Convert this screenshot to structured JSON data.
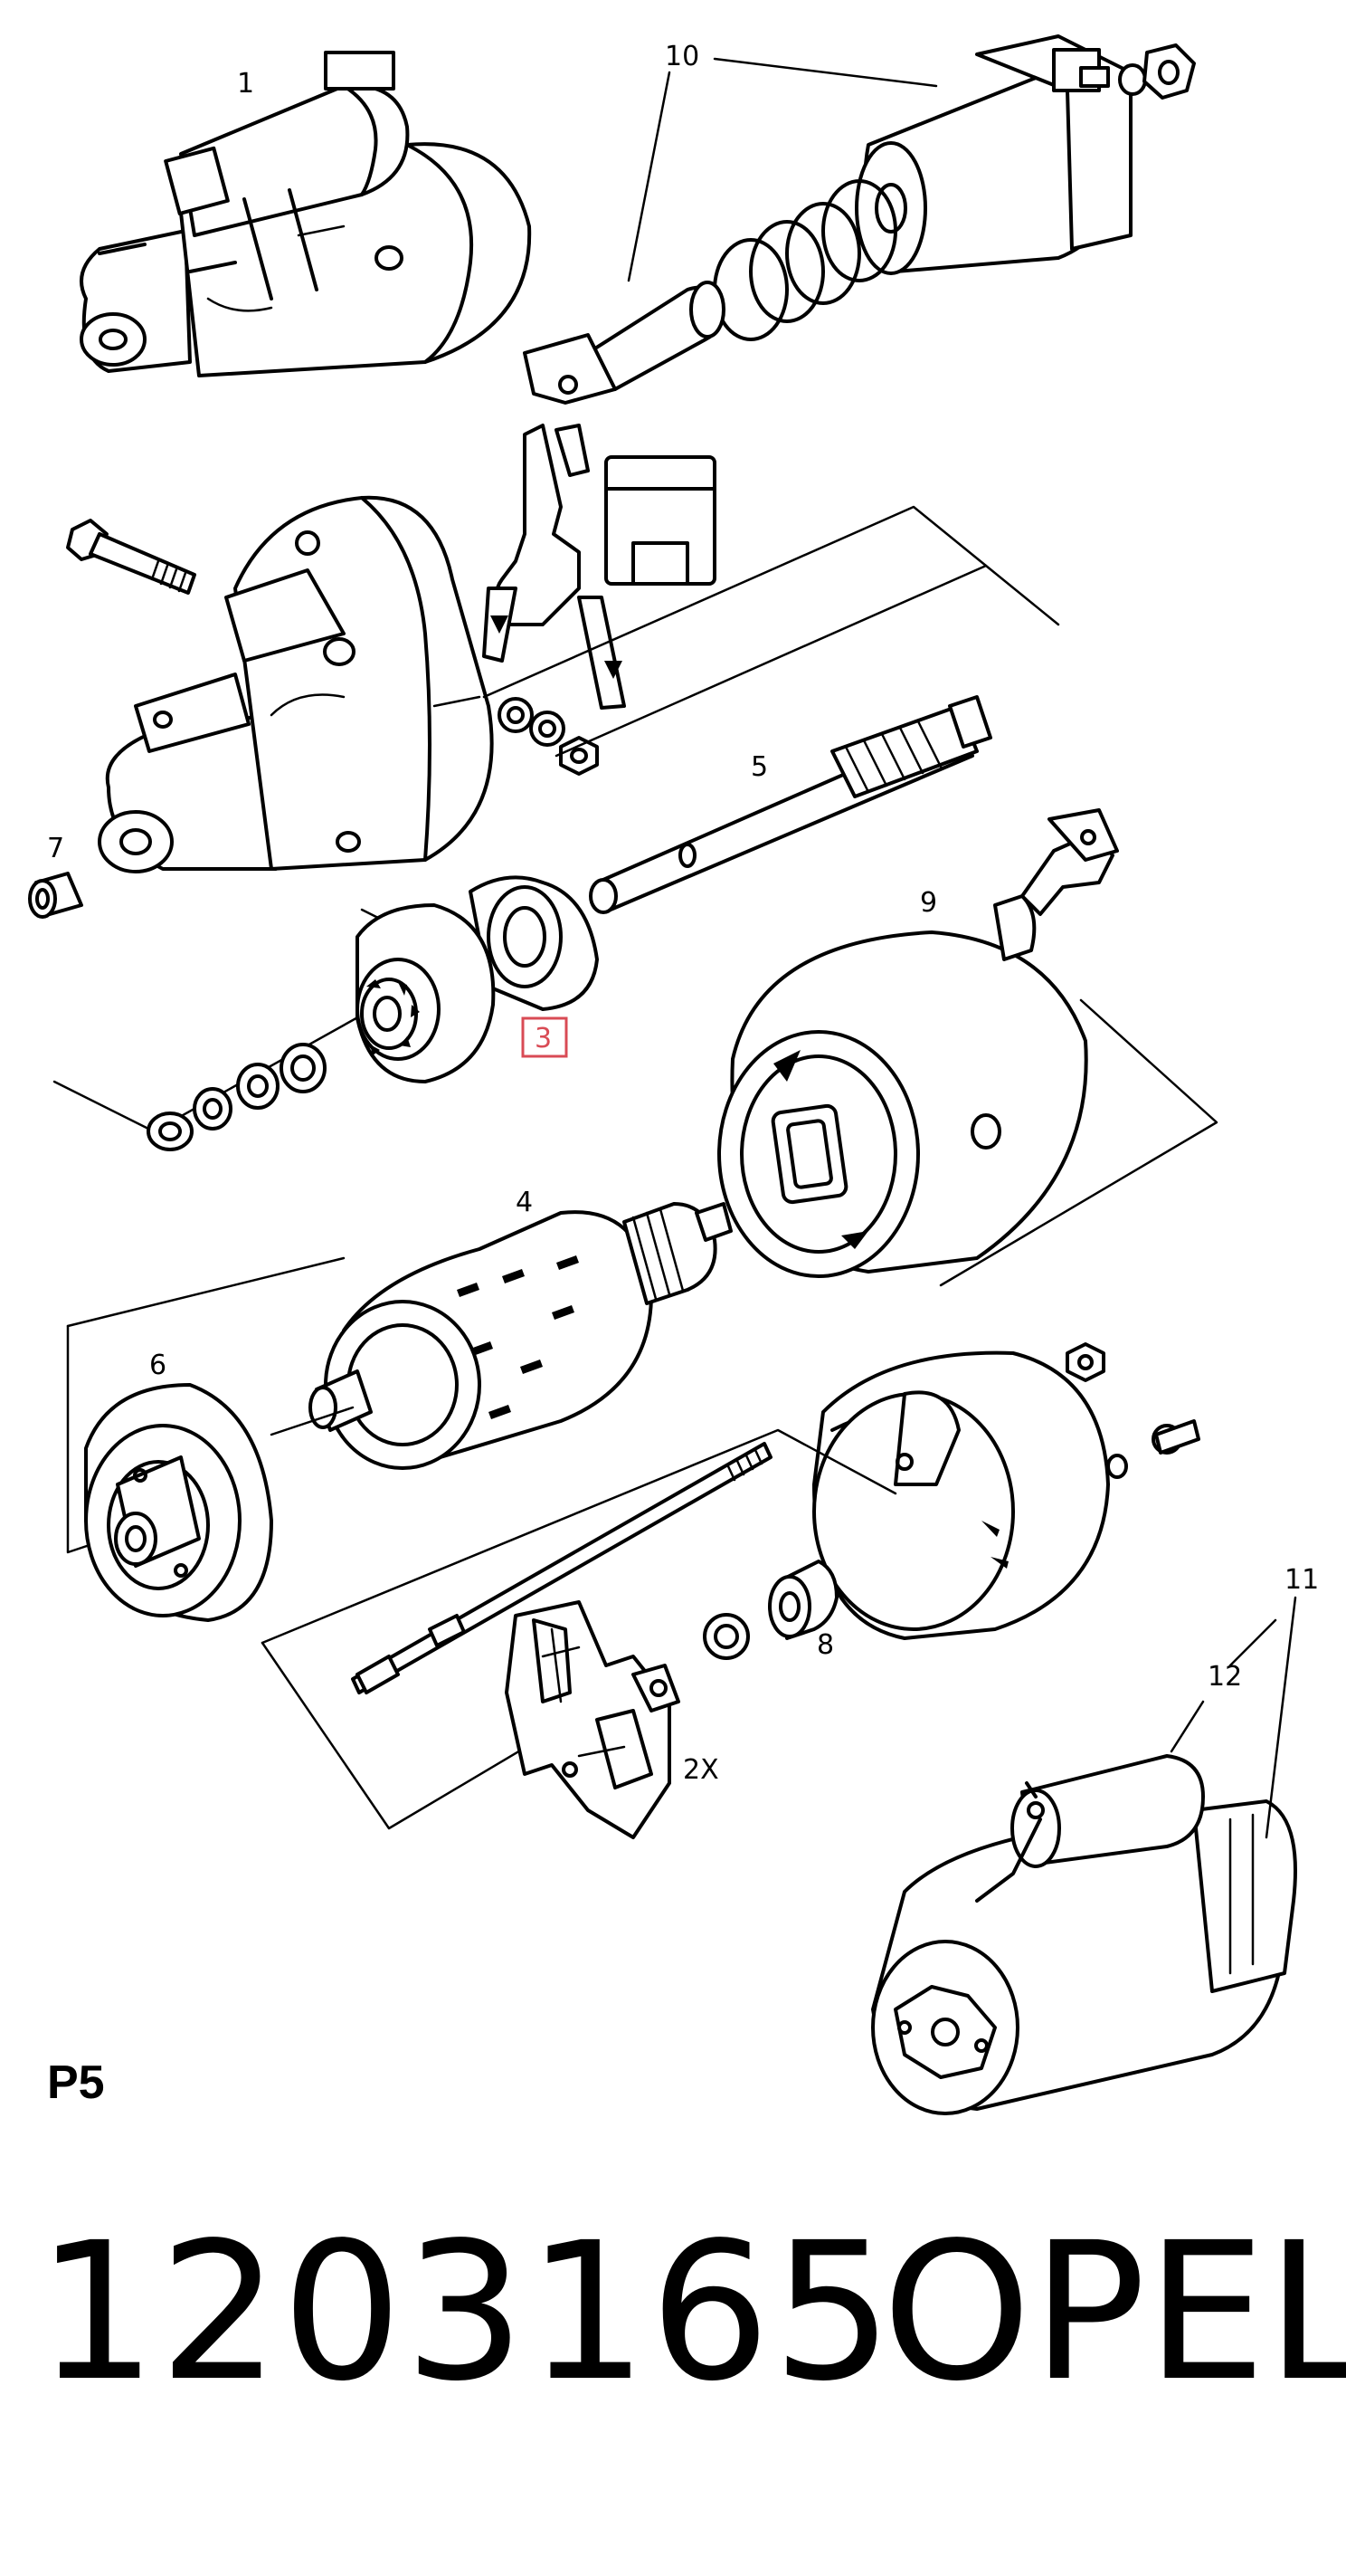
{
  "diagram": {
    "section_code": "P5",
    "highlighted_callout": "3",
    "callouts": [
      {
        "id": "c1",
        "label": "1"
      },
      {
        "id": "c10",
        "label": "10"
      },
      {
        "id": "c5",
        "label": "5"
      },
      {
        "id": "c7",
        "label": "7"
      },
      {
        "id": "c9",
        "label": "9"
      },
      {
        "id": "c3",
        "label": "3"
      },
      {
        "id": "c4",
        "label": "4"
      },
      {
        "id": "c6",
        "label": "6"
      },
      {
        "id": "c8",
        "label": "8"
      },
      {
        "id": "c2x",
        "label": "2X"
      },
      {
        "id": "c11",
        "label": "11"
      },
      {
        "id": "c12",
        "label": "12"
      }
    ]
  },
  "footer": {
    "part_number": "1203165",
    "brand": "OPEL"
  },
  "colors": {
    "line": "#000000",
    "background": "#ffffff",
    "highlight": "#d94b55"
  }
}
